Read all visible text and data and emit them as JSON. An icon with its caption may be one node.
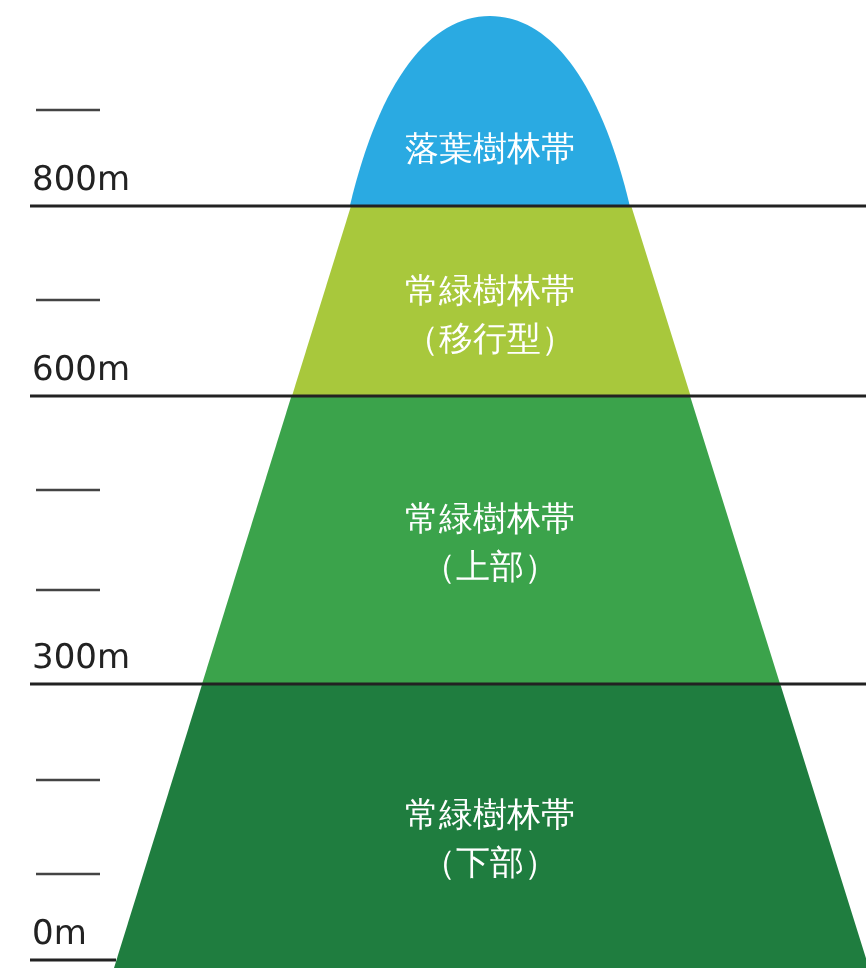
{
  "diagram": {
    "nodes": [
      {
        "text": [
          "落葉樹林帯"
        ]
      },
      {
        "text": [
          "常緑樹林帯",
          "（移行型）"
        ]
      },
      {
        "text": [
          "常緑樹林帯",
          "（上部）"
        ]
      },
      {
        "text": [
          "常緑樹林帯",
          "（下部）"
        ]
      }
    ],
    "labels": [
      "800m",
      "600m",
      "300m",
      "0m"
    ]
  }
}
